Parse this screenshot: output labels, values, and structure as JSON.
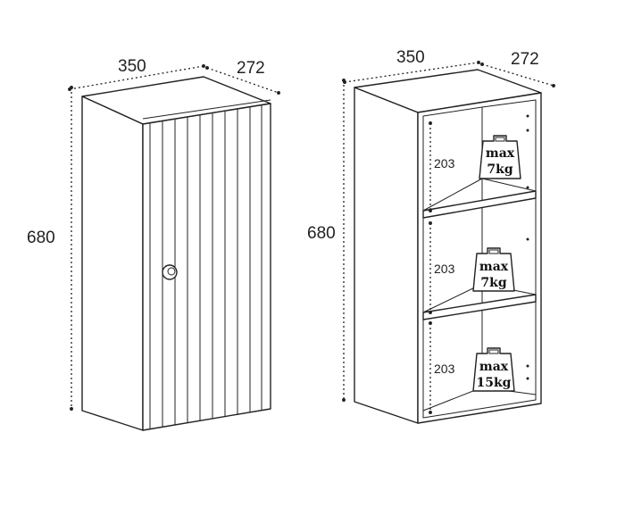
{
  "closed_cabinet": {
    "width_label": "350",
    "depth_label": "272",
    "height_label": "680"
  },
  "open_cabinet": {
    "width_label": "350",
    "depth_label": "272",
    "height_label": "680",
    "shelves": [
      {
        "spacing_label": "203",
        "load_line1": "max",
        "load_line2": "7kg"
      },
      {
        "spacing_label": "203",
        "load_line1": "max",
        "load_line2": "7kg"
      },
      {
        "spacing_label": "203",
        "load_line1": "max",
        "load_line2": "15kg"
      }
    ]
  },
  "icons": [
    "weight-icon",
    "door-knob-icon"
  ],
  "colors": {
    "line": "#222222",
    "background": "#ffffff"
  }
}
